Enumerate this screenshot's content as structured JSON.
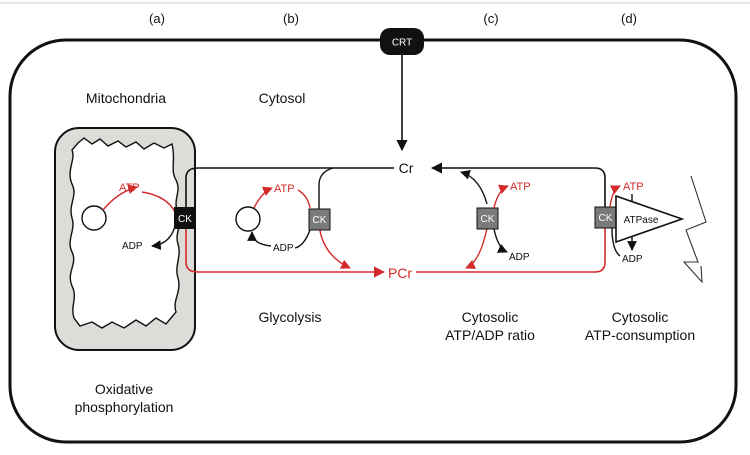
{
  "panels": {
    "a": "(a)",
    "b": "(b)",
    "c": "(c)",
    "d": "(d)"
  },
  "transporter": "CRT",
  "compartments": {
    "mitochondria": "Mitochondria",
    "cytosol": "Cytosol"
  },
  "metabolites": {
    "cr": "Cr",
    "pcr": "PCr",
    "atp": "ATP",
    "adp": "ADP"
  },
  "enzymes": {
    "ck": "CK",
    "atpase": "ATPase"
  },
  "captions": {
    "glycolysis": "Glycolysis",
    "ratio_line1": "Cytosolic",
    "ratio_line2": "ATP/ADP ratio",
    "consumption_line1": "Cytosolic",
    "consumption_line2": "ATP-consumption",
    "oxphos_line1": "Oxidative",
    "oxphos_line2": "phosphorylation"
  },
  "colors": {
    "red": "#d42a2a",
    "black": "#111111",
    "ck_grey": "#7a7a7a",
    "mito_fill": "#dcdcd8"
  }
}
